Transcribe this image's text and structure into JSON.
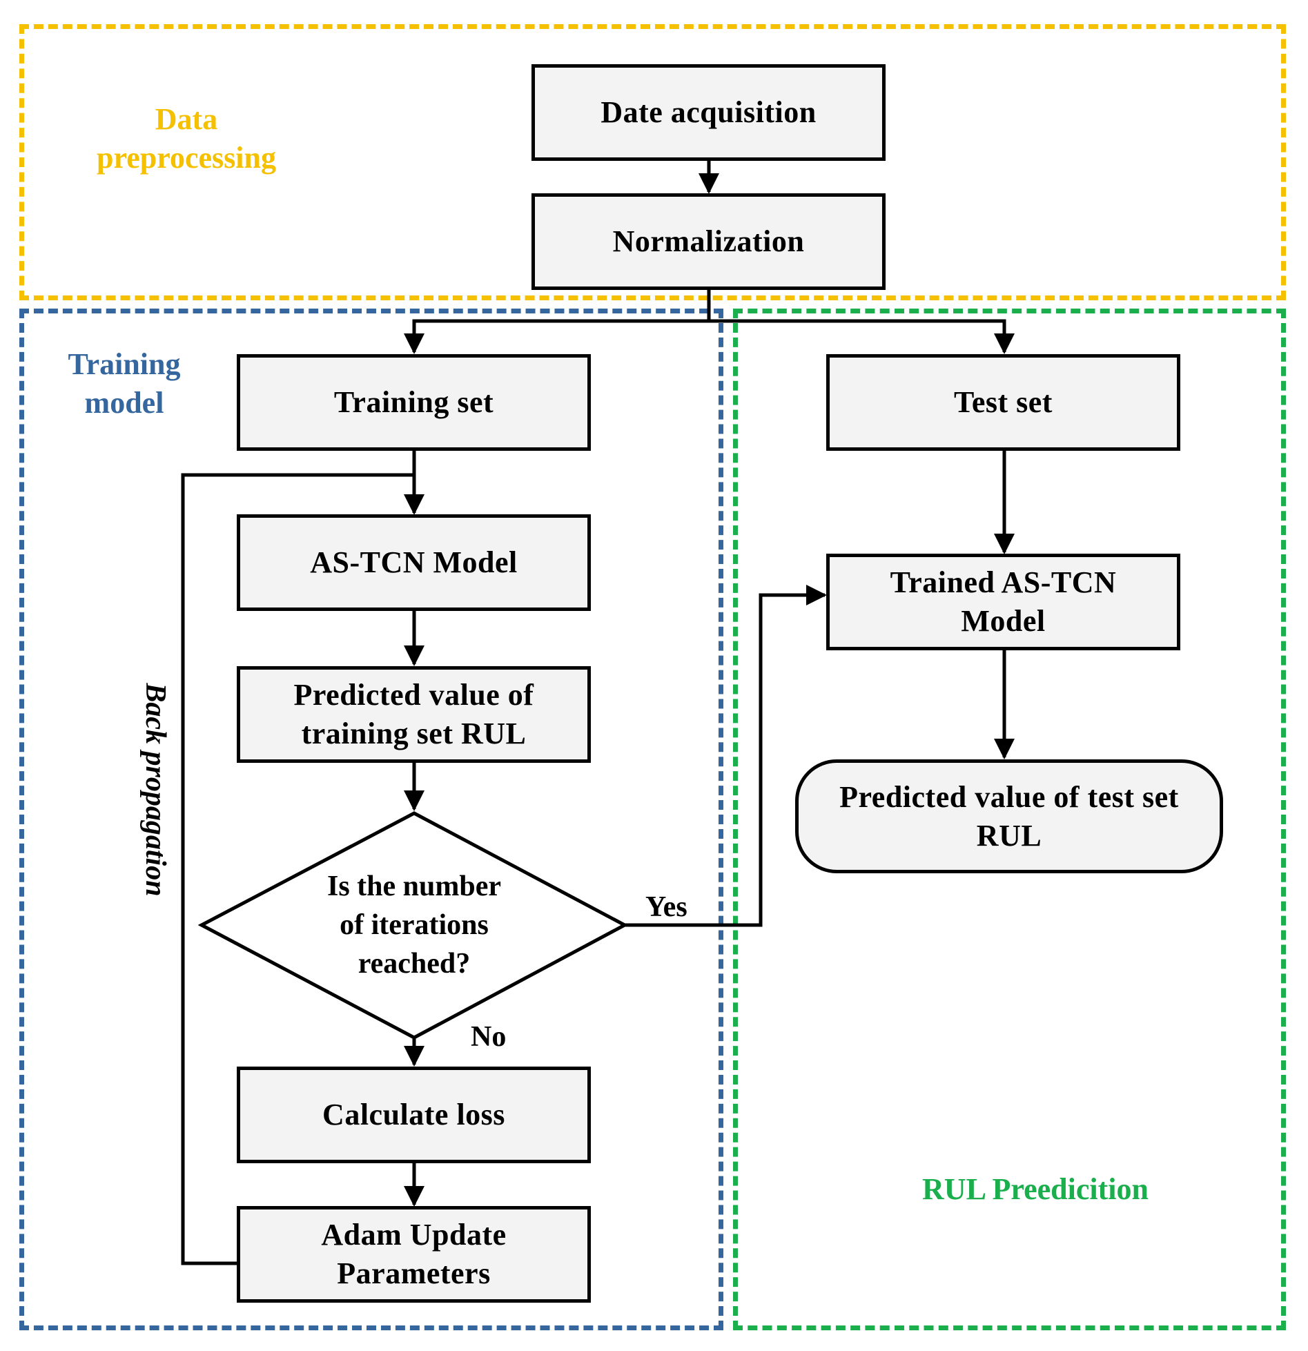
{
  "regions": {
    "data_preprocessing": {
      "label": "Data\npreprocessing",
      "color": "#F5C000"
    },
    "training_model": {
      "label": "Training\nmodel",
      "color": "#35679E"
    },
    "rul_prediction": {
      "label": "RUL Preedicition",
      "color": "#1AAE4C"
    }
  },
  "nodes": {
    "date_acquisition": "Date acquisition",
    "normalization": "Normalization",
    "training_set": "Training set",
    "test_set": "Test set",
    "as_tcn_model": "AS-TCN Model",
    "trained_as_tcn_model": "Trained AS-TCN\nModel",
    "predicted_training": "Predicted value of\ntraining set RUL",
    "predicted_test": "Predicted value of test set\nRUL",
    "decision": "Is the number\nof iterations\nreached?",
    "calculate_loss": "Calculate loss",
    "adam_update": "Adam Update\nParameters"
  },
  "edge_labels": {
    "yes": "Yes",
    "no": "No",
    "back_propagation": "Back propagation"
  }
}
